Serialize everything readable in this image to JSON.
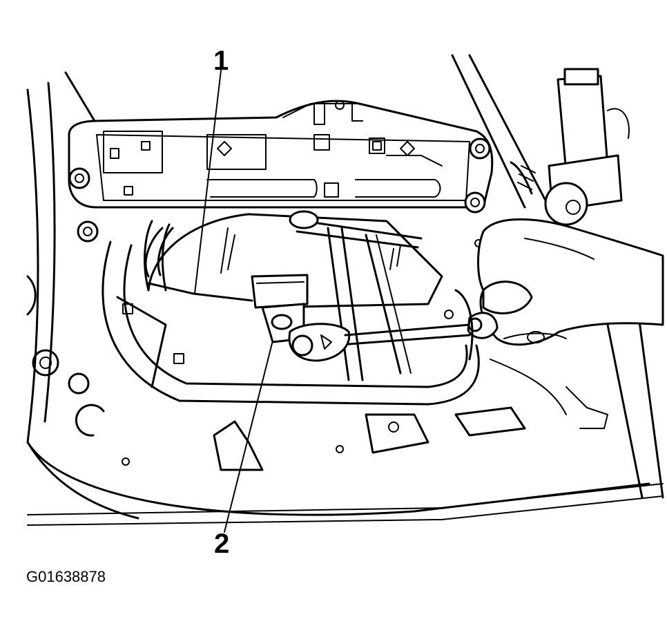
{
  "figure": {
    "callouts": [
      {
        "label": "1"
      },
      {
        "label": "2"
      }
    ],
    "figure_id": "G01638878"
  }
}
